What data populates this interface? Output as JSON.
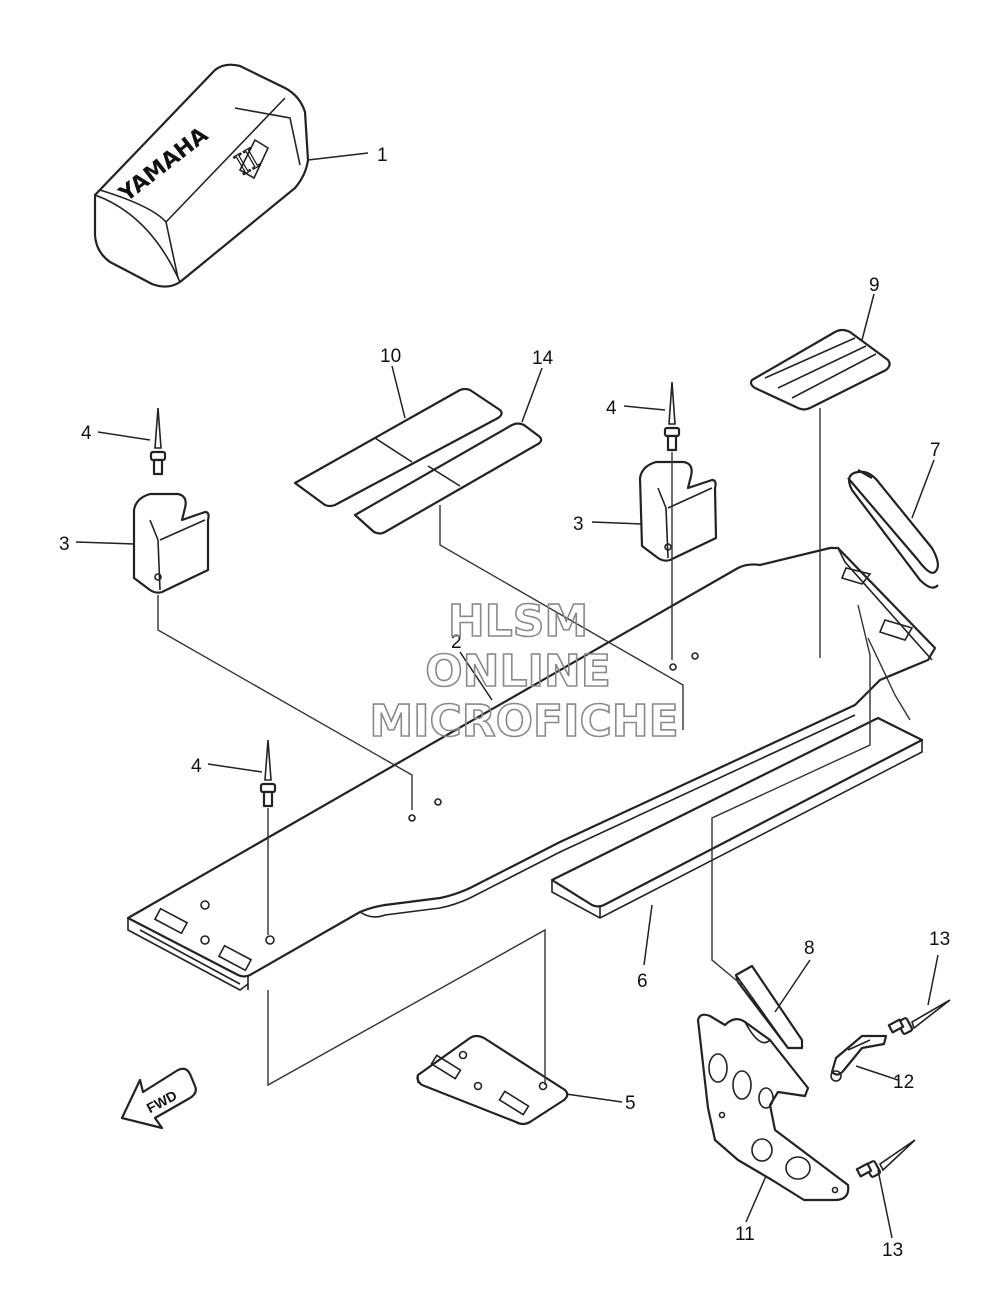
{
  "cover": {
    "logo_text": "YAMAHA",
    "badge_text": "II"
  },
  "direction_arrow": {
    "label": "FWD"
  },
  "callouts": [
    {
      "id": "c1",
      "label": "1"
    },
    {
      "id": "c9",
      "label": "9"
    },
    {
      "id": "c10",
      "label": "10"
    },
    {
      "id": "c14",
      "label": "14"
    },
    {
      "id": "c4a",
      "label": "4"
    },
    {
      "id": "c4b",
      "label": "4"
    },
    {
      "id": "c4c",
      "label": "4"
    },
    {
      "id": "c3a",
      "label": "3"
    },
    {
      "id": "c3b",
      "label": "3"
    },
    {
      "id": "c7",
      "label": "7"
    },
    {
      "id": "c2",
      "label": "2"
    },
    {
      "id": "c6",
      "label": "6"
    },
    {
      "id": "c8",
      "label": "8"
    },
    {
      "id": "c13a",
      "label": "13"
    },
    {
      "id": "c12",
      "label": "12"
    },
    {
      "id": "c5",
      "label": "5"
    },
    {
      "id": "c11",
      "label": "11"
    },
    {
      "id": "c13b",
      "label": "13"
    }
  ],
  "watermark": {
    "line1": "HLSM",
    "line2": "ONLINE",
    "line3": "MICROFICHE"
  }
}
